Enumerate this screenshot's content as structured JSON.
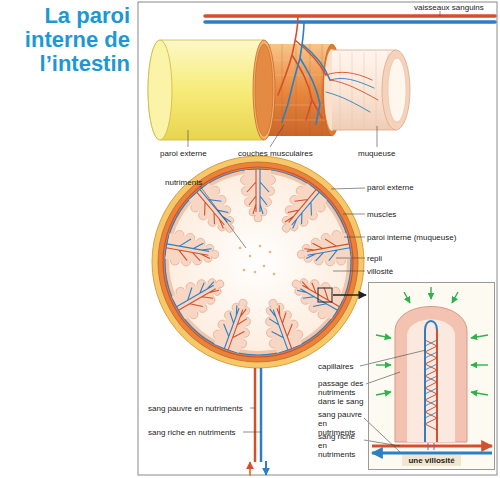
{
  "diagram": {
    "title": "La paroi interne de l’intestin",
    "nodes": [
      {
        "text": [
          "une villosité"
        ]
      }
    ],
    "labels": [
      "vaisseaux sanguins",
      "paroi externe",
      "couches musculaires",
      "muqueuse",
      "nutriments",
      "paroi externe",
      "muscles",
      "paroi interne (muqueuse)",
      "repli",
      "villosité",
      "capillaires",
      "passage des nutriments dans le sang",
      "sang pauvre en nutriments",
      "sang riche en nutriments",
      "sang pauvre en nutriments",
      "sang riche en nutriments"
    ]
  }
}
